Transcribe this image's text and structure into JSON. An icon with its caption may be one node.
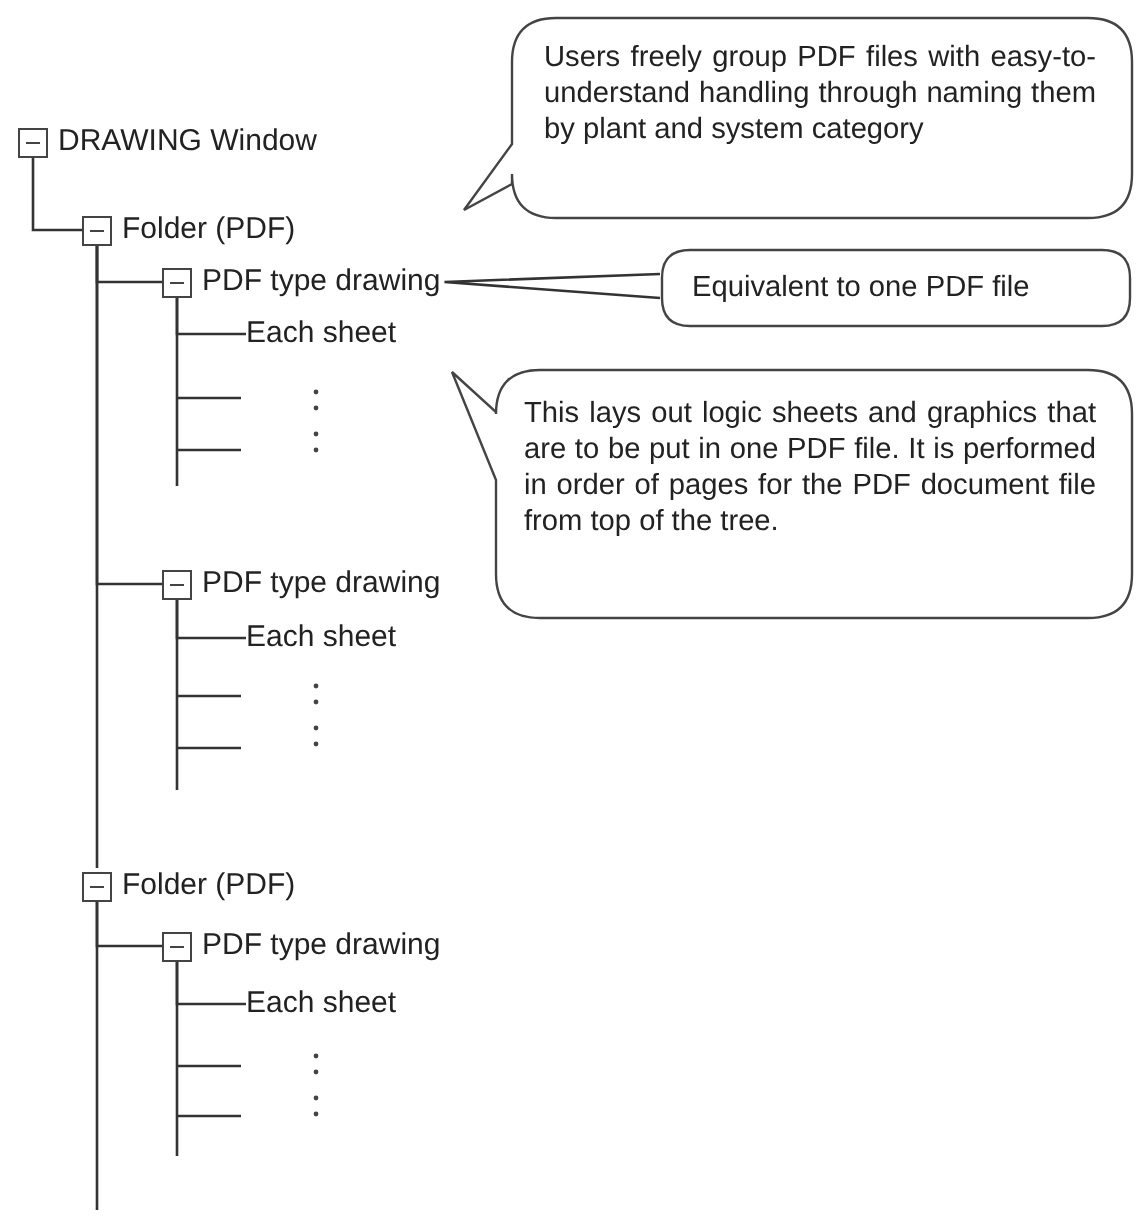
{
  "diagram": {
    "nodes": [
      {
        "text": [
          "DRAWING Window"
        ]
      },
      {
        "text": [
          "Folder (PDF)"
        ]
      },
      {
        "text": [
          "PDF type drawing"
        ]
      },
      {
        "text": [
          "Each sheet"
        ]
      },
      {
        "text": [
          "Users freely group PDF files with easy-to-understand handling through naming them by plant and system category"
        ]
      },
      {
        "text": [
          "Equivalent to one PDF file"
        ]
      },
      {
        "text": [
          "This lays out logic sheets and graphics that are to be put in one PDF file.  It is performed in order of pages for the PDF document file from top of the tree."
        ]
      },
      {
        "text": [
          "PDF type drawing"
        ]
      },
      {
        "text": [
          "Each sheet"
        ]
      },
      {
        "text": [
          "Folder (PDF)"
        ]
      },
      {
        "text": [
          "PDF type drawing"
        ]
      },
      {
        "text": [
          "Each sheet"
        ]
      }
    ],
    "edges": [
      {
        "from": 0,
        "to": 1,
        "arrow": "none"
      },
      {
        "from": 1,
        "to": 2,
        "arrow": "none"
      },
      {
        "from": 2,
        "to": 3,
        "arrow": "none"
      },
      {
        "from": 5,
        "to": 2,
        "arrow": "none"
      },
      {
        "from": 1,
        "to": 7,
        "arrow": "none"
      },
      {
        "from": 7,
        "to": 8,
        "arrow": "none"
      },
      {
        "from": 1,
        "to": 9,
        "arrow": "none"
      },
      {
        "from": 9,
        "to": 10,
        "arrow": "none"
      },
      {
        "from": 10,
        "to": 11,
        "arrow": "none"
      }
    ]
  }
}
